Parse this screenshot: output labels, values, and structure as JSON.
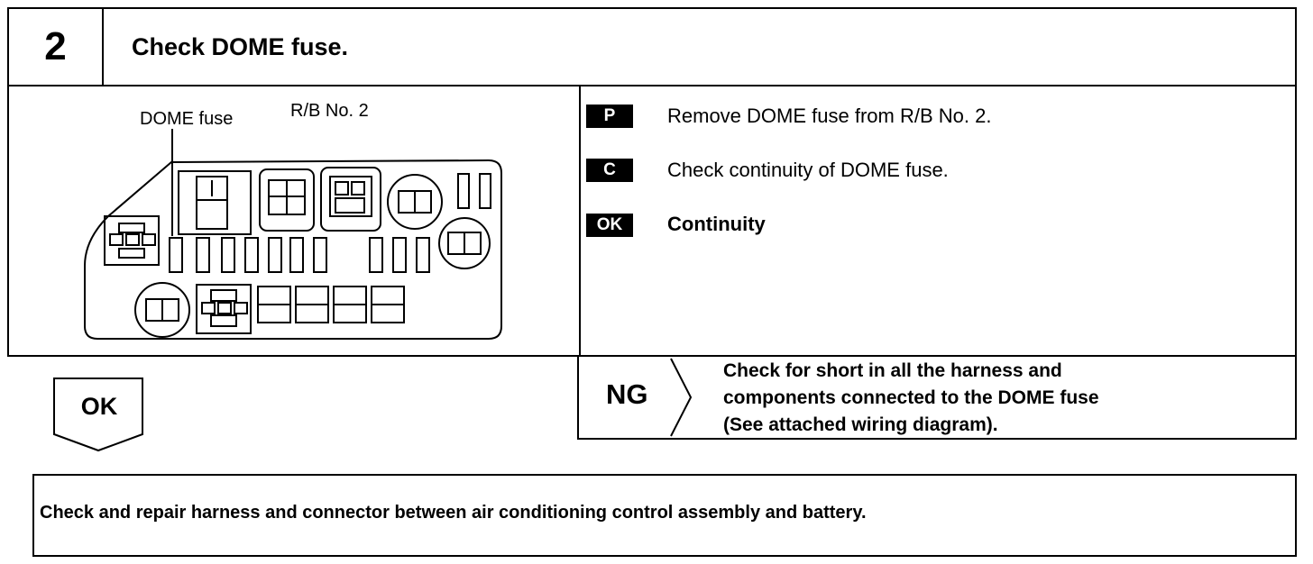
{
  "header": {
    "step_number": "2",
    "title": "Check DOME fuse."
  },
  "diagram": {
    "dome_fuse_label": "DOME fuse",
    "relay_block_label": "R/B No. 2"
  },
  "procedure": [
    {
      "badge": "P",
      "text": "Remove DOME fuse from R/B No. 2."
    },
    {
      "badge": "C",
      "text": "Check continuity of DOME fuse."
    },
    {
      "badge": "OK",
      "text": "Continuity"
    }
  ],
  "ok_branch": {
    "label": "OK"
  },
  "ng_branch": {
    "label": "NG",
    "lines": [
      "Check for short in all the harness and",
      "components connected to the DOME fuse",
      "(See attached wiring diagram)."
    ]
  },
  "result": {
    "text": "Check and repair harness and connector between air conditioning control assembly and battery."
  }
}
